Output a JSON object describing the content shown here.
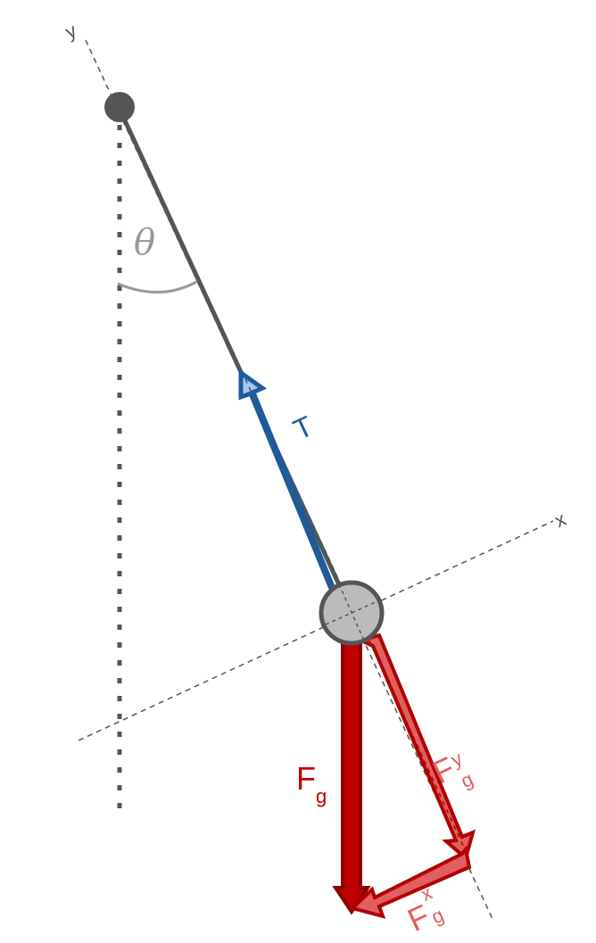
{
  "axes": {
    "y_label": "y",
    "x_label": "x"
  },
  "angle": {
    "symbol": "θ"
  },
  "forces": {
    "tension": {
      "label": "T"
    },
    "gravity": {
      "label": "F",
      "subscript": "g"
    },
    "gravity_y": {
      "label": "F",
      "subscript": "g",
      "superscript": "y"
    },
    "gravity_x": {
      "label": "F",
      "subscript": "g",
      "superscript": "x"
    }
  },
  "colors": {
    "rod": "#555555",
    "tension_fill": "#a9c8ec",
    "tension_stroke": "#1f5a99",
    "gravity_fill": "#c00000",
    "gravity_stroke": "#8b0000",
    "component_fill": "#e06060",
    "component_stroke": "#b00000",
    "bob_fill": "#bbbbbb",
    "bob_stroke": "#555555"
  }
}
